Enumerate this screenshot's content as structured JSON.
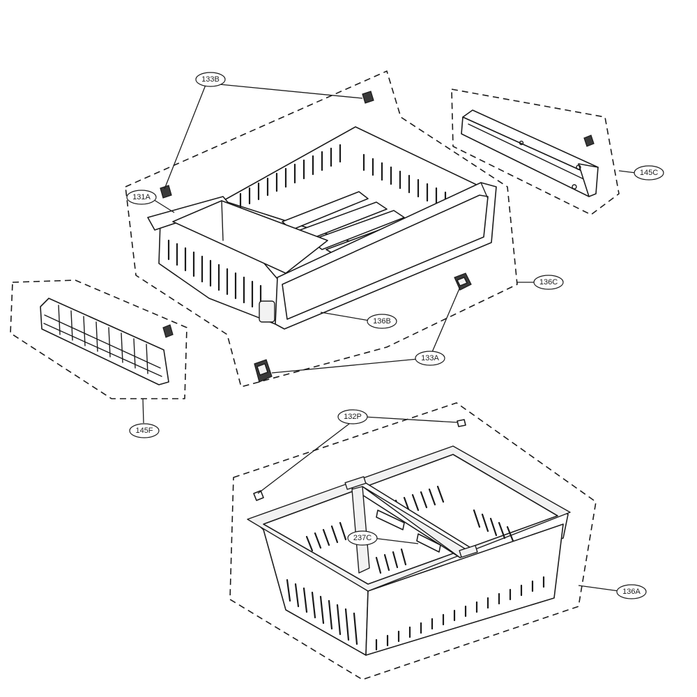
{
  "callouts": {
    "c133B": "133B",
    "c131A": "131A",
    "c145C": "145C",
    "c136C": "136C",
    "c136B": "136B",
    "c133A": "133A",
    "c145F": "145F",
    "c132P": "132P",
    "c237C": "237C",
    "c136A": "136A"
  }
}
